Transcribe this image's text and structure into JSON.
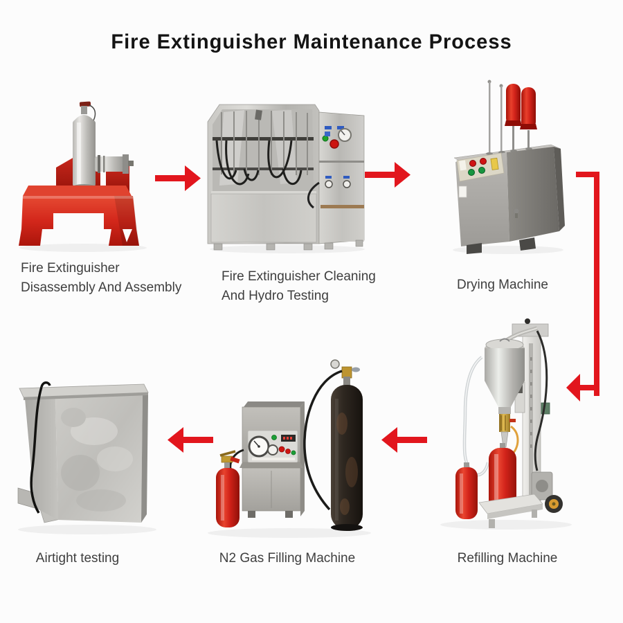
{
  "title": "Fire Extinguisher Maintenance Process",
  "steps": {
    "disassembly": {
      "line1": "Fire Extinguisher",
      "line2": "Disassembly And Assembly"
    },
    "cleaning": {
      "line1": "Fire Extinguisher Cleaning",
      "line2": "And Hydro Testing"
    },
    "drying": {
      "label": "Drying Machine"
    },
    "refilling": {
      "label": "Refilling Machine"
    },
    "n2_filling": {
      "label": "N2 Gas Filling Machine"
    },
    "airtight": {
      "label": "Airtight testing"
    }
  },
  "flow_order": [
    "Fire Extinguisher Disassembly And Assembly",
    "Fire Extinguisher Cleaning And Hydro Testing",
    "Drying Machine",
    "Refilling Machine",
    "N2 Gas Filling Machine",
    "Airtight testing"
  ],
  "colors": {
    "background": "#fcfcfc",
    "arrow_red": "#e2161d",
    "machine_red": "#d7281e",
    "title_text": "#141414",
    "label_text": "#3e3e3e"
  }
}
